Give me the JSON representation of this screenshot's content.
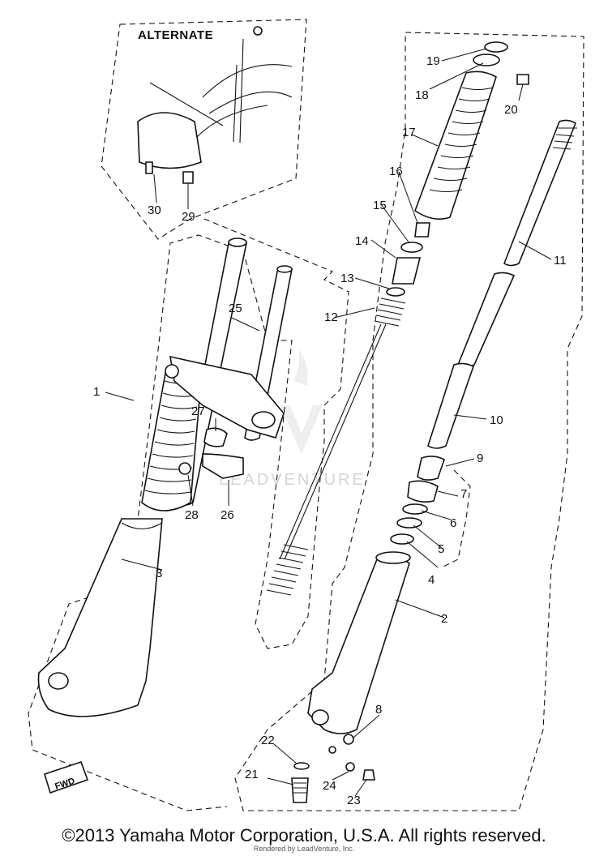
{
  "inset": {
    "label": "ALTERNATE"
  },
  "fwd_label": "FWD",
  "watermark": "LEADVENTURE",
  "callouts": [
    "1",
    "2",
    "3",
    "4",
    "5",
    "6",
    "7",
    "8",
    "9",
    "10",
    "11",
    "12",
    "13",
    "14",
    "15",
    "16",
    "17",
    "18",
    "19",
    "20",
    "21",
    "22",
    "23",
    "24",
    "25",
    "26",
    "27",
    "28",
    "29",
    "30"
  ],
  "copyright": "©2013 Yamaha Motor Corporation, U.S.A. All rights reserved.",
  "rendered_by": "Rendered by LeadVenture, Inc."
}
